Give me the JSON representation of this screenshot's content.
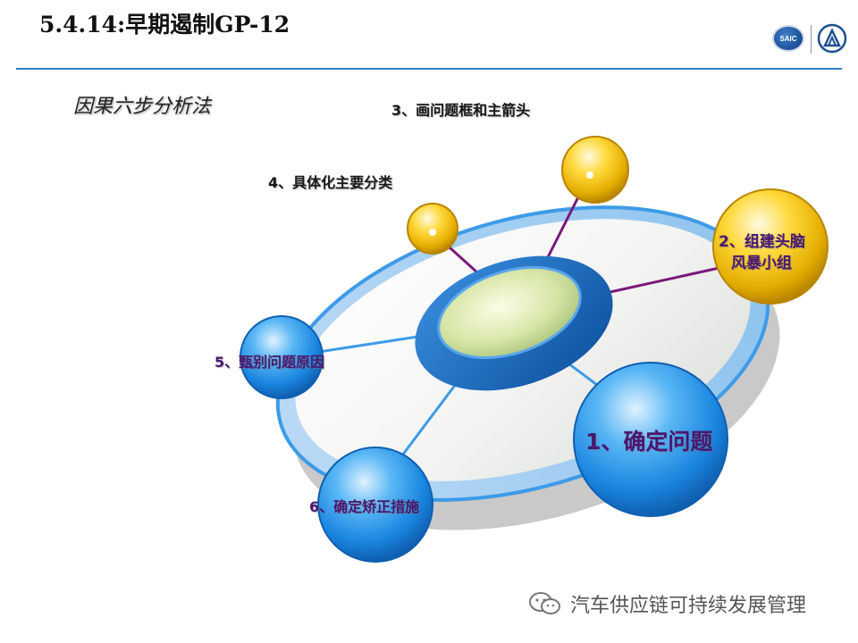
{
  "title": "5.4.14:早期遏制GP-12",
  "subtitle": "因果六步分析法",
  "logo": {
    "saic_text": "SAIC"
  },
  "steps": [
    {
      "label": "1、确定问题"
    },
    {
      "label_line1": "2、组建头脑",
      "label_line2": "风暴小组"
    },
    {
      "label": "3、画问题框和主箭头"
    },
    {
      "label": "4、具体化主要分类"
    },
    {
      "label": "5、甄别问题原因"
    },
    {
      "label": "6、确定矫正措施"
    }
  ],
  "colors": {
    "rule": "#2f7fc7",
    "blue_node": "#1d8fe6",
    "gold_node": "#f4c200",
    "connector_purple": "#7a1a7a",
    "connector_blue": "#3d9be8"
  },
  "watermark": {
    "text": "汽车供应链可持续发展管理",
    "icon": "wechat-icon"
  }
}
